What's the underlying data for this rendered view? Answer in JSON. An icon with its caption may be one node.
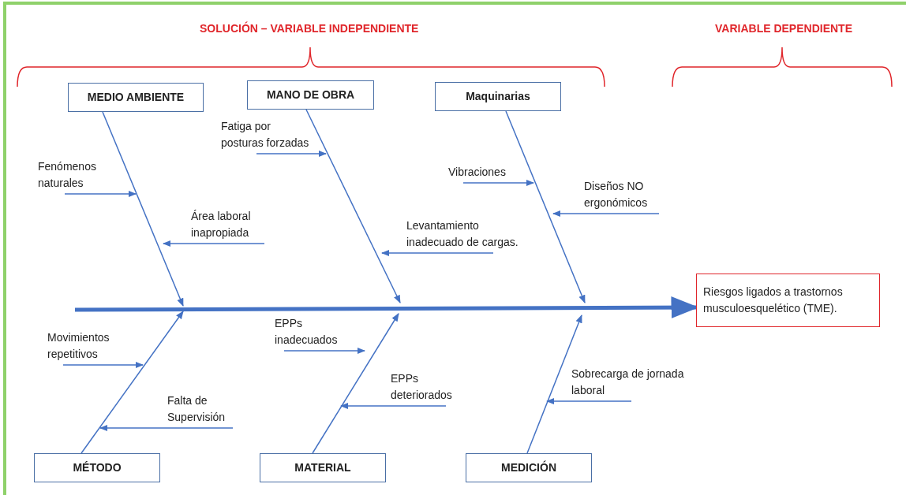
{
  "diagram": {
    "nodes": [
      {
        "text": [
          "MEDIO AMBIENTE"
        ]
      },
      {
        "text": [
          "MANO DE OBRA"
        ]
      },
      {
        "text": [
          "Maquinarias"
        ]
      },
      {
        "text": [
          "Fatiga por posturas forzadas"
        ]
      },
      {
        "text": [
          "Fenómenos naturales"
        ]
      },
      {
        "text": [
          "Vibraciones"
        ]
      },
      {
        "text": [
          "Diseños NO ergonómicos"
        ]
      },
      {
        "text": [
          "Área laboral inapropiada"
        ]
      },
      {
        "text": [
          "Levantamiento inadecuado de cargas."
        ]
      },
      {
        "text": [
          "Riesgos ligados a trastornos musculoesquelético (TME)."
        ]
      },
      {
        "text": [
          "Movimientos repetitivos"
        ]
      },
      {
        "text": [
          "EPPs inadecuados"
        ]
      },
      {
        "text": [
          "EPPs deteriorados"
        ]
      },
      {
        "text": [
          "Sobrecarga de jornada laboral"
        ]
      },
      {
        "text": [
          "Falta de Supervisión"
        ]
      },
      {
        "text": [
          "MÉTODO"
        ]
      },
      {
        "text": [
          "MATERIAL"
        ]
      },
      {
        "text": [
          "MEDICIÓN"
        ]
      }
    ],
    "edges": [
      {
        "from": 0,
        "to": null,
        "arrow": "to"
      },
      {
        "from": 1,
        "to": null,
        "arrow": "to"
      },
      {
        "from": 2,
        "to": null,
        "arrow": "to"
      },
      {
        "from": 3,
        "to": null,
        "arrow": "to"
      },
      {
        "from": 4,
        "to": null,
        "arrow": "to"
      },
      {
        "from": 5,
        "to": null,
        "arrow": "to"
      },
      {
        "from": 6,
        "to": null,
        "arrow": "to"
      },
      {
        "from": 7,
        "to": null,
        "arrow": "to"
      },
      {
        "from": 8,
        "to": null,
        "arrow": "to"
      },
      {
        "from": null,
        "to": 9,
        "arrow": "to",
        "style": "thick"
      },
      {
        "from": 10,
        "to": null,
        "arrow": "to"
      },
      {
        "from": 11,
        "to": null,
        "arrow": "to"
      },
      {
        "from": 12,
        "to": null,
        "arrow": "to"
      },
      {
        "from": 13,
        "to": null,
        "arrow": "to"
      },
      {
        "from": 14,
        "to": null,
        "arrow": "to"
      },
      {
        "from": 15,
        "to": null,
        "arrow": "to"
      },
      {
        "from": 16,
        "to": null,
        "arrow": "to"
      },
      {
        "from": 17,
        "to": null,
        "arrow": "to"
      }
    ],
    "labels": [
      "SOLUCIÓN – VARIABLE INDEPENDIENTE",
      "VARIABLE DEPENDIENTE"
    ]
  }
}
